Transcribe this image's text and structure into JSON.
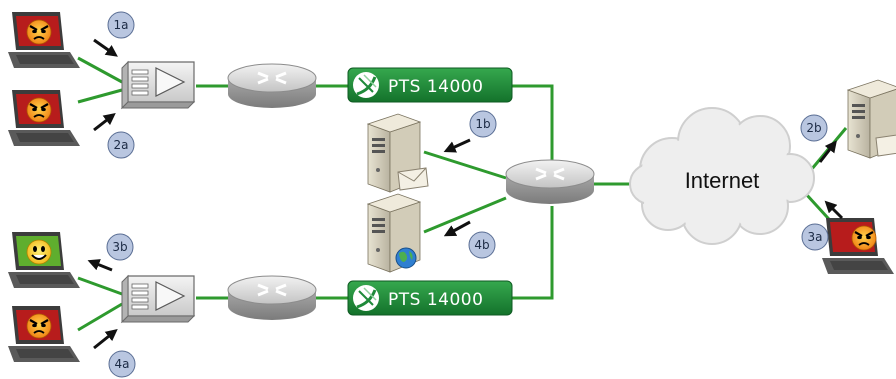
{
  "colors": {
    "link": "#2e9a2e",
    "pts_green": "#1f8a3a",
    "badge_fill": "#b9c6e0",
    "badge_stroke": "#5a6e94",
    "cloud": "#eeeeee"
  },
  "cloud": {
    "label": "Internet"
  },
  "pts": [
    {
      "label": "PTS 14000",
      "icon": "satellite-dish-icon"
    },
    {
      "label": "PTS 14000",
      "icon": "satellite-dish-icon"
    }
  ],
  "steps": [
    {
      "id": "1a",
      "label": "1a"
    },
    {
      "id": "2a",
      "label": "2a"
    },
    {
      "id": "1b",
      "label": "1b"
    },
    {
      "id": "4b",
      "label": "4b"
    },
    {
      "id": "3b",
      "label": "3b"
    },
    {
      "id": "4a",
      "label": "4a"
    },
    {
      "id": "2b",
      "label": "2b"
    },
    {
      "id": "3a",
      "label": "3a"
    }
  ],
  "icons": {
    "laptops": [
      "angry-laptop-icon",
      "angry-laptop-icon",
      "happy-laptop-icon",
      "angry-laptop-icon",
      "angry-laptop-icon"
    ],
    "switches": [
      "switch-icon",
      "switch-icon"
    ],
    "routers": [
      "router-icon",
      "router-icon",
      "router-icon"
    ],
    "servers": [
      "mail-server-icon",
      "web-server-icon",
      "remote-server-icon"
    ]
  }
}
